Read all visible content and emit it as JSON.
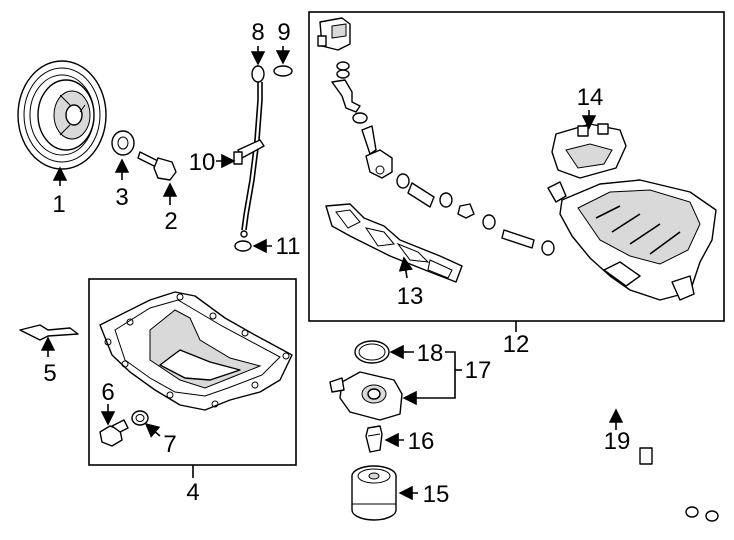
{
  "callouts": {
    "c1": "1",
    "c2": "2",
    "c3": "3",
    "c4": "4",
    "c5": "5",
    "c6": "6",
    "c7": "7",
    "c8": "8",
    "c9": "9",
    "c10": "10",
    "c11": "11",
    "c12": "12",
    "c13": "13",
    "c14": "14",
    "c15": "15",
    "c16": "16",
    "c17": "17",
    "c18": "18",
    "c19": "19"
  },
  "colors": {
    "ink": "#000000",
    "background": "#ffffff",
    "shading": "#d9d9d9"
  }
}
